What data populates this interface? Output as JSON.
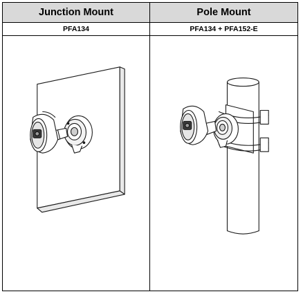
{
  "table": {
    "columns": [
      {
        "header": "Junction Mount",
        "model": "PFA134",
        "illustration": "junction-mount-wall-illustration"
      },
      {
        "header": "Pole Mount",
        "model": "PFA134 + PFA152-E",
        "illustration": "pole-mount-illustration"
      }
    ]
  },
  "colors": {
    "header_bg": "#d9d9d9",
    "border": "#000000",
    "line_art": "#1a1a1a"
  }
}
